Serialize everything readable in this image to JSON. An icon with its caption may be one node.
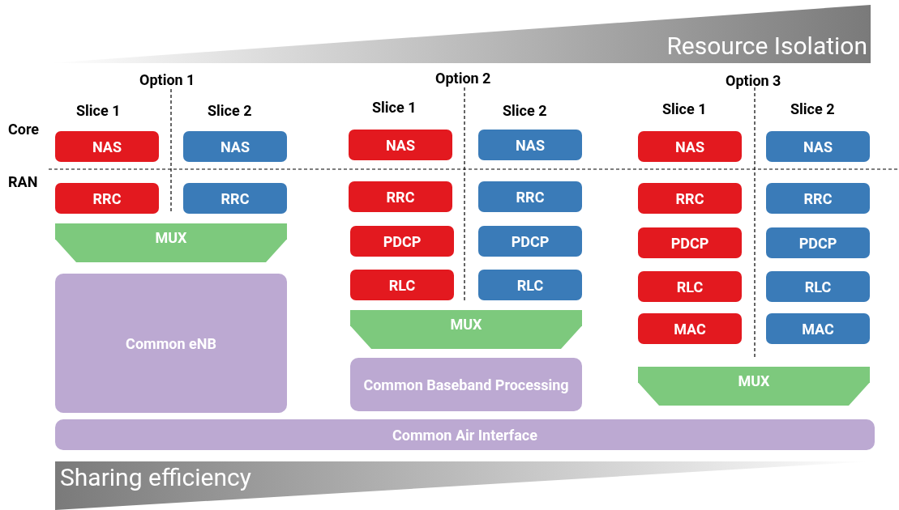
{
  "diagram": {
    "nodes": [
      {
        "text": [
          "Resource Isolation"
        ]
      },
      {
        "text": [
          "NAS"
        ]
      },
      {
        "text": [
          "NAS"
        ]
      },
      {
        "text": [
          "RRC"
        ]
      },
      {
        "text": [
          "RRC"
        ]
      },
      {
        "text": [
          "MUX"
        ]
      },
      {
        "text": [
          "Common eNB"
        ]
      },
      {
        "text": [
          "NAS"
        ]
      },
      {
        "text": [
          "NAS"
        ]
      },
      {
        "text": [
          "RRC"
        ]
      },
      {
        "text": [
          "RRC"
        ]
      },
      {
        "text": [
          "PDCP"
        ]
      },
      {
        "text": [
          "PDCP"
        ]
      },
      {
        "text": [
          "RLC"
        ]
      },
      {
        "text": [
          "RLC"
        ]
      },
      {
        "text": [
          "MUX"
        ]
      },
      {
        "text": [
          "Common Baseband Processing"
        ]
      },
      {
        "text": [
          "NAS"
        ]
      },
      {
        "text": [
          "NAS"
        ]
      },
      {
        "text": [
          "RRC"
        ]
      },
      {
        "text": [
          "RRC"
        ]
      },
      {
        "text": [
          "PDCP"
        ]
      },
      {
        "text": [
          "PDCP"
        ]
      },
      {
        "text": [
          "RLC"
        ]
      },
      {
        "text": [
          "RLC"
        ]
      },
      {
        "text": [
          "MAC"
        ]
      },
      {
        "text": [
          "MAC"
        ]
      },
      {
        "text": [
          "MUX"
        ]
      },
      {
        "text": [
          "Common Air Interface"
        ]
      },
      {
        "text": [
          "Sharing efficiency"
        ]
      }
    ],
    "labels": [
      "Option 1",
      "Option 2",
      "Option 3",
      "Slice 1",
      "Slice 2",
      "Slice 1",
      "Slice 2",
      "Slice 1",
      "Slice 2",
      "Core",
      "RAN"
    ]
  }
}
